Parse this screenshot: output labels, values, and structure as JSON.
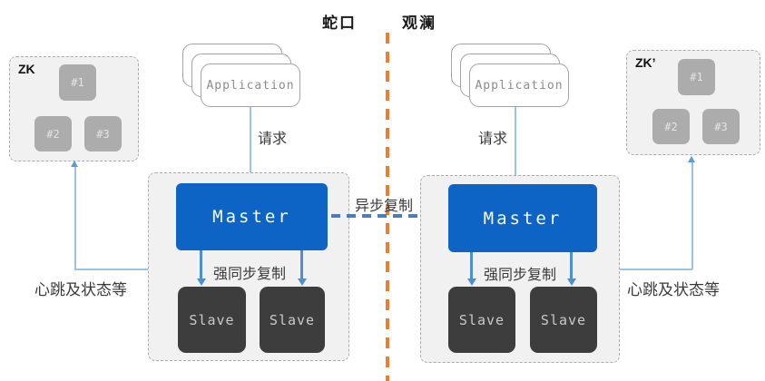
{
  "header": {
    "left_site": "蛇口",
    "right_site": "观澜"
  },
  "left_site": {
    "zk": {
      "label": "ZK",
      "nodes": [
        "#1",
        "#2",
        "#3"
      ]
    },
    "app_label": "Application",
    "request_label": "请求",
    "master_label": "Master",
    "slave_labels": [
      "Slave",
      "Slave"
    ],
    "sync_label": "强同步复制",
    "heartbeat_label": "心跳及状态等"
  },
  "right_site": {
    "zk": {
      "label": "ZK’",
      "nodes": [
        "#1",
        "#2",
        "#3"
      ]
    },
    "app_label": "Application",
    "request_label": "请求",
    "master_label": "Master",
    "slave_labels": [
      "Slave",
      "Slave"
    ],
    "sync_label": "强同步复制",
    "heartbeat_label": "心跳及状态等"
  },
  "center": {
    "async_label": "异步复制"
  },
  "colors": {
    "master_blue": "#0E64C4",
    "slave_dark": "#3D3D3D",
    "zk_node_gray": "#ACACAC",
    "container_bg": "#F1F1F2",
    "divider_orange": "#ED7D31",
    "sync_arrow_blue": "#4A90D2",
    "async_arrow_blue": "#4A7EBB",
    "link_light_blue": "#9CC2E5"
  }
}
